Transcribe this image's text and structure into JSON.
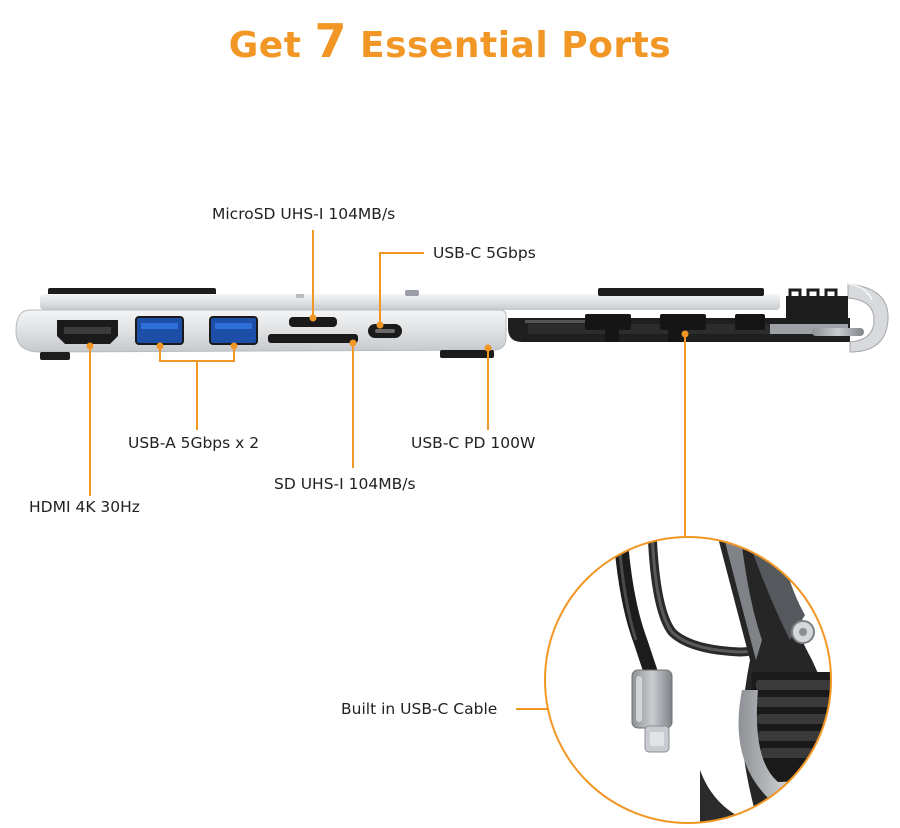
{
  "title": {
    "prefix": "Get ",
    "number": "7",
    "suffix": " Essential Ports"
  },
  "accent_color": "#f29625",
  "ports": [
    {
      "id": "microsd",
      "label": "MicroSD UHS-I 104MB/s"
    },
    {
      "id": "usbc-data",
      "label": "USB-C 5Gbps"
    },
    {
      "id": "usba",
      "label": "USB-A 5Gbps x 2"
    },
    {
      "id": "usbc-pd",
      "label": "USB-C  PD 100W"
    },
    {
      "id": "sd",
      "label": "SD UHS-I 104MB/s"
    },
    {
      "id": "hdmi",
      "label": "HDMI 4K 30Hz"
    },
    {
      "id": "cable",
      "label": "Built in USB-C Cable"
    }
  ]
}
